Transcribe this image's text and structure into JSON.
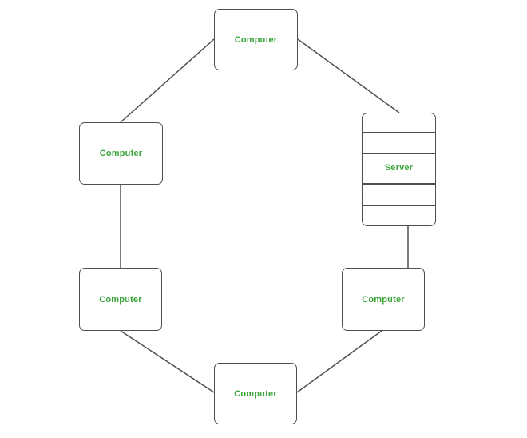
{
  "diagram": {
    "description": "Ring network topology diagram with five computers and one server connected in a ring",
    "colors": {
      "node_border": "#4f4f4f",
      "connector": "#4f4f4f",
      "label_green": "#3aa43a",
      "background": "#ffffff"
    },
    "nodes": [
      {
        "id": "computer-top",
        "label": "Computer",
        "type": "computer"
      },
      {
        "id": "computer-upper-left",
        "label": "Computer",
        "type": "computer"
      },
      {
        "id": "server-right",
        "label": "Server",
        "type": "server",
        "rack_rows": 5
      },
      {
        "id": "computer-lower-left",
        "label": "Computer",
        "type": "computer"
      },
      {
        "id": "computer-lower-right",
        "label": "Computer",
        "type": "computer"
      },
      {
        "id": "computer-bottom",
        "label": "Computer",
        "type": "computer"
      }
    ],
    "edges": [
      {
        "from": "computer-top",
        "to": "computer-upper-left"
      },
      {
        "from": "computer-top",
        "to": "server-right"
      },
      {
        "from": "computer-upper-left",
        "to": "computer-lower-left"
      },
      {
        "from": "server-right",
        "to": "computer-lower-right"
      },
      {
        "from": "computer-lower-left",
        "to": "computer-bottom"
      },
      {
        "from": "computer-bottom",
        "to": "computer-lower-right"
      }
    ]
  }
}
